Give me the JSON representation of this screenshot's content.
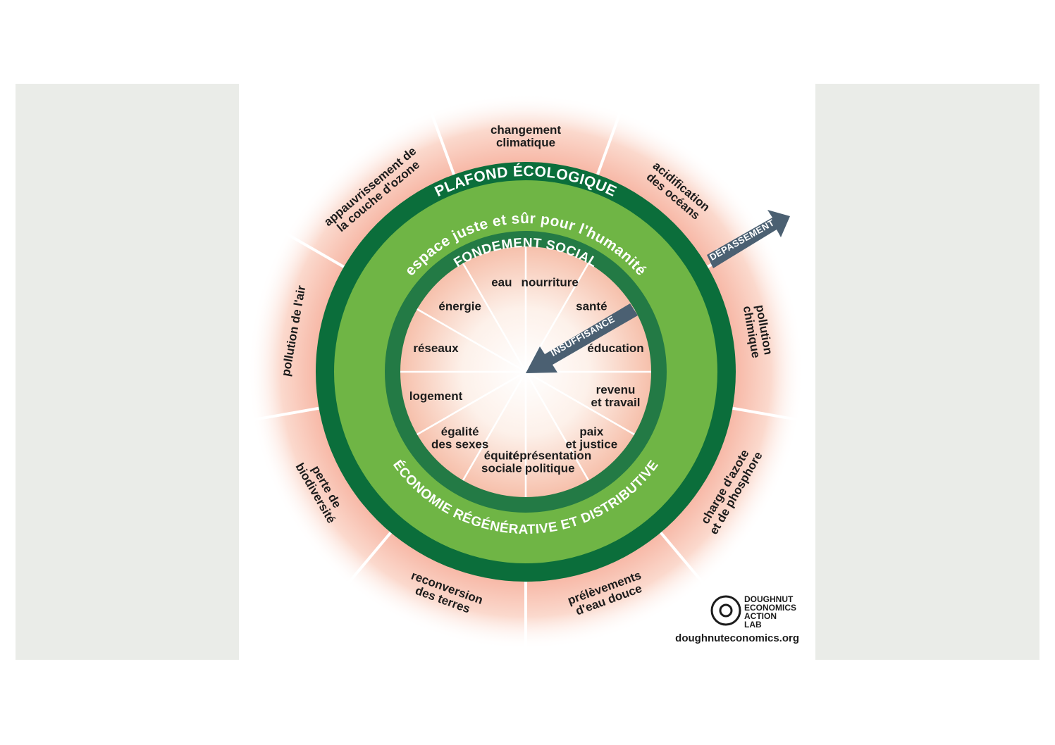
{
  "rings": {
    "ecological_ceiling": "PLAFOND ÉCOLOGIQUE",
    "safe_space": "espace juste et sûr pour l'humanité",
    "social_foundation": "FONDEMENT SOCIAL",
    "economy": "ÉCONOMIE RÉGÉNÉRATIVE ET DISTRIBUTIVE"
  },
  "arrows": {
    "overshoot": "DÉPASSEMENT",
    "shortfall": "INSUFFISANCE"
  },
  "outer_dimensions": [
    {
      "l1": "changement",
      "l2": "climatique"
    },
    {
      "l1": "acidification",
      "l2": "des océans"
    },
    {
      "l1": "pollution",
      "l2": "chimique"
    },
    {
      "l1": "charge d'azote",
      "l2": "et de phosphore"
    },
    {
      "l1": "prélèvements",
      "l2": "d'eau douce"
    },
    {
      "l1": "reconversion",
      "l2": "des terres"
    },
    {
      "l1": "perte de",
      "l2": "biodiversité"
    },
    {
      "l1": "pollution de l'air",
      "l2": ""
    },
    {
      "l1": "appauvrissement de",
      "l2": "la couche d'ozone"
    }
  ],
  "social_dimensions": [
    {
      "l1": "eau",
      "l2": ""
    },
    {
      "l1": "nourriture",
      "l2": ""
    },
    {
      "l1": "santé",
      "l2": ""
    },
    {
      "l1": "éducation",
      "l2": ""
    },
    {
      "l1": "revenu",
      "l2": "et travail"
    },
    {
      "l1": "paix",
      "l2": "et justice"
    },
    {
      "l1": "représentation",
      "l2": "politique"
    },
    {
      "l1": "équité",
      "l2": "sociale"
    },
    {
      "l1": "égalité",
      "l2": "des sexes"
    },
    {
      "l1": "logement",
      "l2": ""
    },
    {
      "l1": "réseaux",
      "l2": ""
    },
    {
      "l1": "énergie",
      "l2": ""
    }
  ],
  "logo": {
    "line1": "DOUGHNUT",
    "line2": "ECONOMICS",
    "line3": "ACTION",
    "line4": "LAB",
    "url": "doughnuteconomics.org"
  },
  "colors": {
    "dark_green": "#0b6e3b",
    "mid_green": "#6fb545",
    "inner_ring_green": "#237a45",
    "arrow_slate": "#4b6072",
    "salmon": "#f4a58c",
    "panel_grey": "#eaece8"
  }
}
